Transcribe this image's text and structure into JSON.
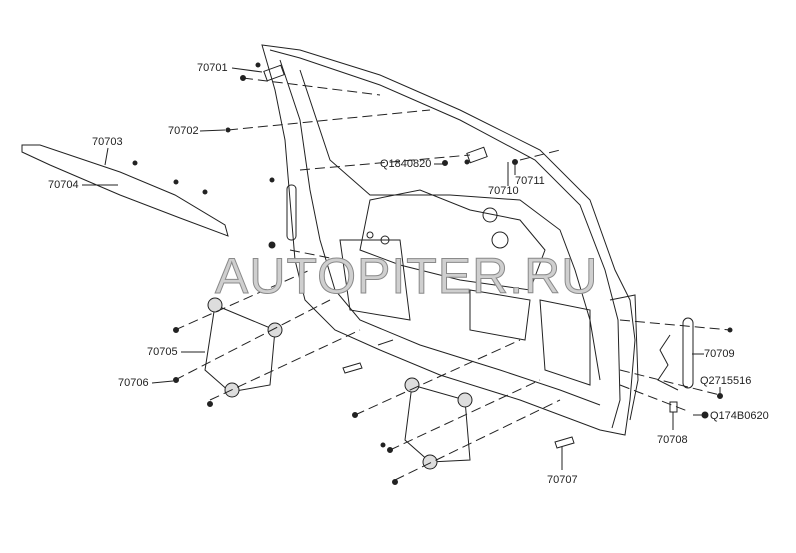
{
  "watermark": "AUTOPITER.RU",
  "labels": {
    "p70701": "70701",
    "p70702": "70702",
    "p70703": "70703",
    "p70704": "70704",
    "p70705": "70705",
    "p70706": "70706",
    "q1840820": "Q1840820",
    "p70711": "70711",
    "p70710": "70710",
    "p70709": "70709",
    "q2715516": "Q2715516",
    "q174b0620": "Q174B0620",
    "p70708": "70708",
    "p70707": "70707"
  }
}
